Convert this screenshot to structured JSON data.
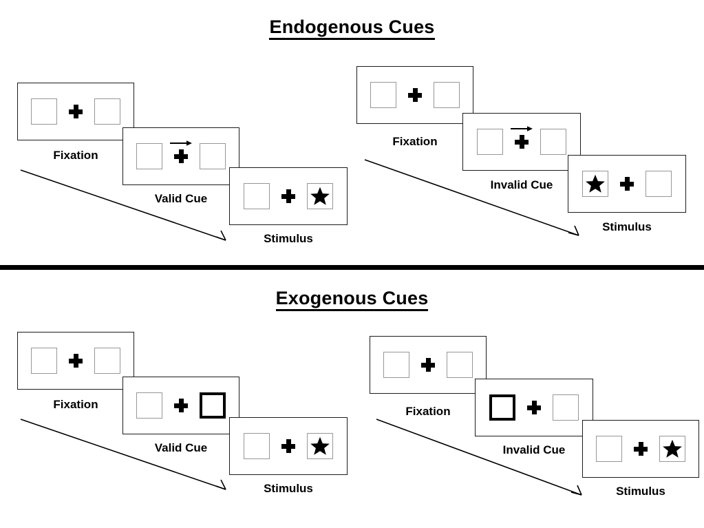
{
  "figure": {
    "divider_color": "#000000",
    "panel_border_color": "#1a1a1a",
    "slot_border_color": "#969696",
    "cue_highlight_color": "#000000",
    "stimulus_color": "#000000"
  },
  "sections": [
    {
      "id": "endogenous",
      "title": "Endogenous Cues",
      "columns": [
        {
          "id": "endogenous-valid",
          "condition": "valid",
          "frames": [
            {
              "label": "Fixation",
              "cue_type": "none",
              "cue_side": "none",
              "stimulus_side": "none"
            },
            {
              "label": "Valid Cue",
              "cue_type": "central-arrow",
              "cue_side": "right",
              "stimulus_side": "none"
            },
            {
              "label": "Stimulus",
              "cue_type": "none",
              "cue_side": "none",
              "stimulus_side": "right"
            }
          ]
        },
        {
          "id": "endogenous-invalid",
          "condition": "invalid",
          "frames": [
            {
              "label": "Fixation",
              "cue_type": "none",
              "cue_side": "none",
              "stimulus_side": "none"
            },
            {
              "label": "Invalid Cue",
              "cue_type": "central-arrow",
              "cue_side": "right",
              "stimulus_side": "none"
            },
            {
              "label": "Stimulus",
              "cue_type": "none",
              "cue_side": "none",
              "stimulus_side": "left"
            }
          ]
        }
      ]
    },
    {
      "id": "exogenous",
      "title": "Exogenous Cues",
      "columns": [
        {
          "id": "exogenous-valid",
          "condition": "valid",
          "frames": [
            {
              "label": "Fixation",
              "cue_type": "none",
              "cue_side": "none",
              "stimulus_side": "none"
            },
            {
              "label": "Valid Cue",
              "cue_type": "peripheral-box",
              "cue_side": "right",
              "stimulus_side": "none"
            },
            {
              "label": "Stimulus",
              "cue_type": "none",
              "cue_side": "none",
              "stimulus_side": "right"
            }
          ]
        },
        {
          "id": "exogenous-invalid",
          "condition": "invalid",
          "frames": [
            {
              "label": "Fixation",
              "cue_type": "none",
              "cue_side": "none",
              "stimulus_side": "none"
            },
            {
              "label": "Invalid Cue",
              "cue_type": "peripheral-box",
              "cue_side": "left",
              "stimulus_side": "none"
            },
            {
              "label": "Stimulus",
              "cue_type": "none",
              "cue_side": "none",
              "stimulus_side": "right"
            }
          ]
        }
      ]
    }
  ]
}
